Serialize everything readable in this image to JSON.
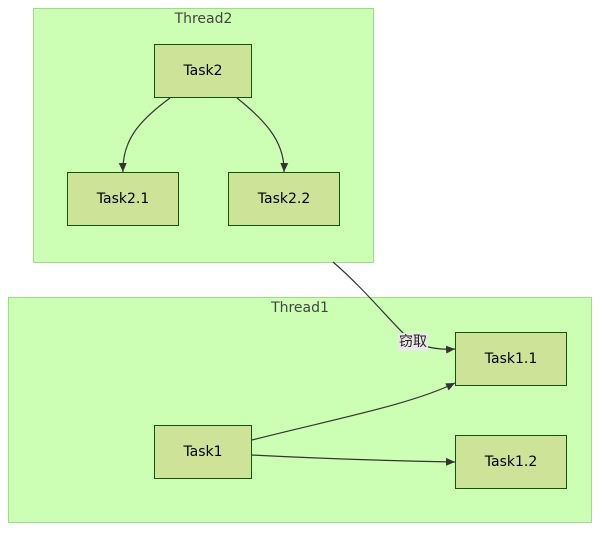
{
  "diagram": {
    "clusters": {
      "thread2": {
        "title": "Thread2"
      },
      "thread1": {
        "title": "Thread1"
      }
    },
    "nodes": {
      "task2": "Task2",
      "task2_1": "Task2.1",
      "task2_2": "Task2.2",
      "task1": "Task1",
      "task1_1": "Task1.1",
      "task1_2": "Task1.2"
    },
    "edges": [
      {
        "from": "Task2",
        "to": "Task2.1",
        "label": ""
      },
      {
        "from": "Task2",
        "to": "Task2.2",
        "label": ""
      },
      {
        "from": "Thread2",
        "to": "Task1.1",
        "label": "窃取"
      },
      {
        "from": "Task1",
        "to": "Task1.1",
        "label": ""
      },
      {
        "from": "Task1",
        "to": "Task1.2",
        "label": ""
      }
    ],
    "colors": {
      "cluster_fill": "#ccffb3",
      "node_fill": "#cde498",
      "node_stroke": "#13540c"
    }
  }
}
